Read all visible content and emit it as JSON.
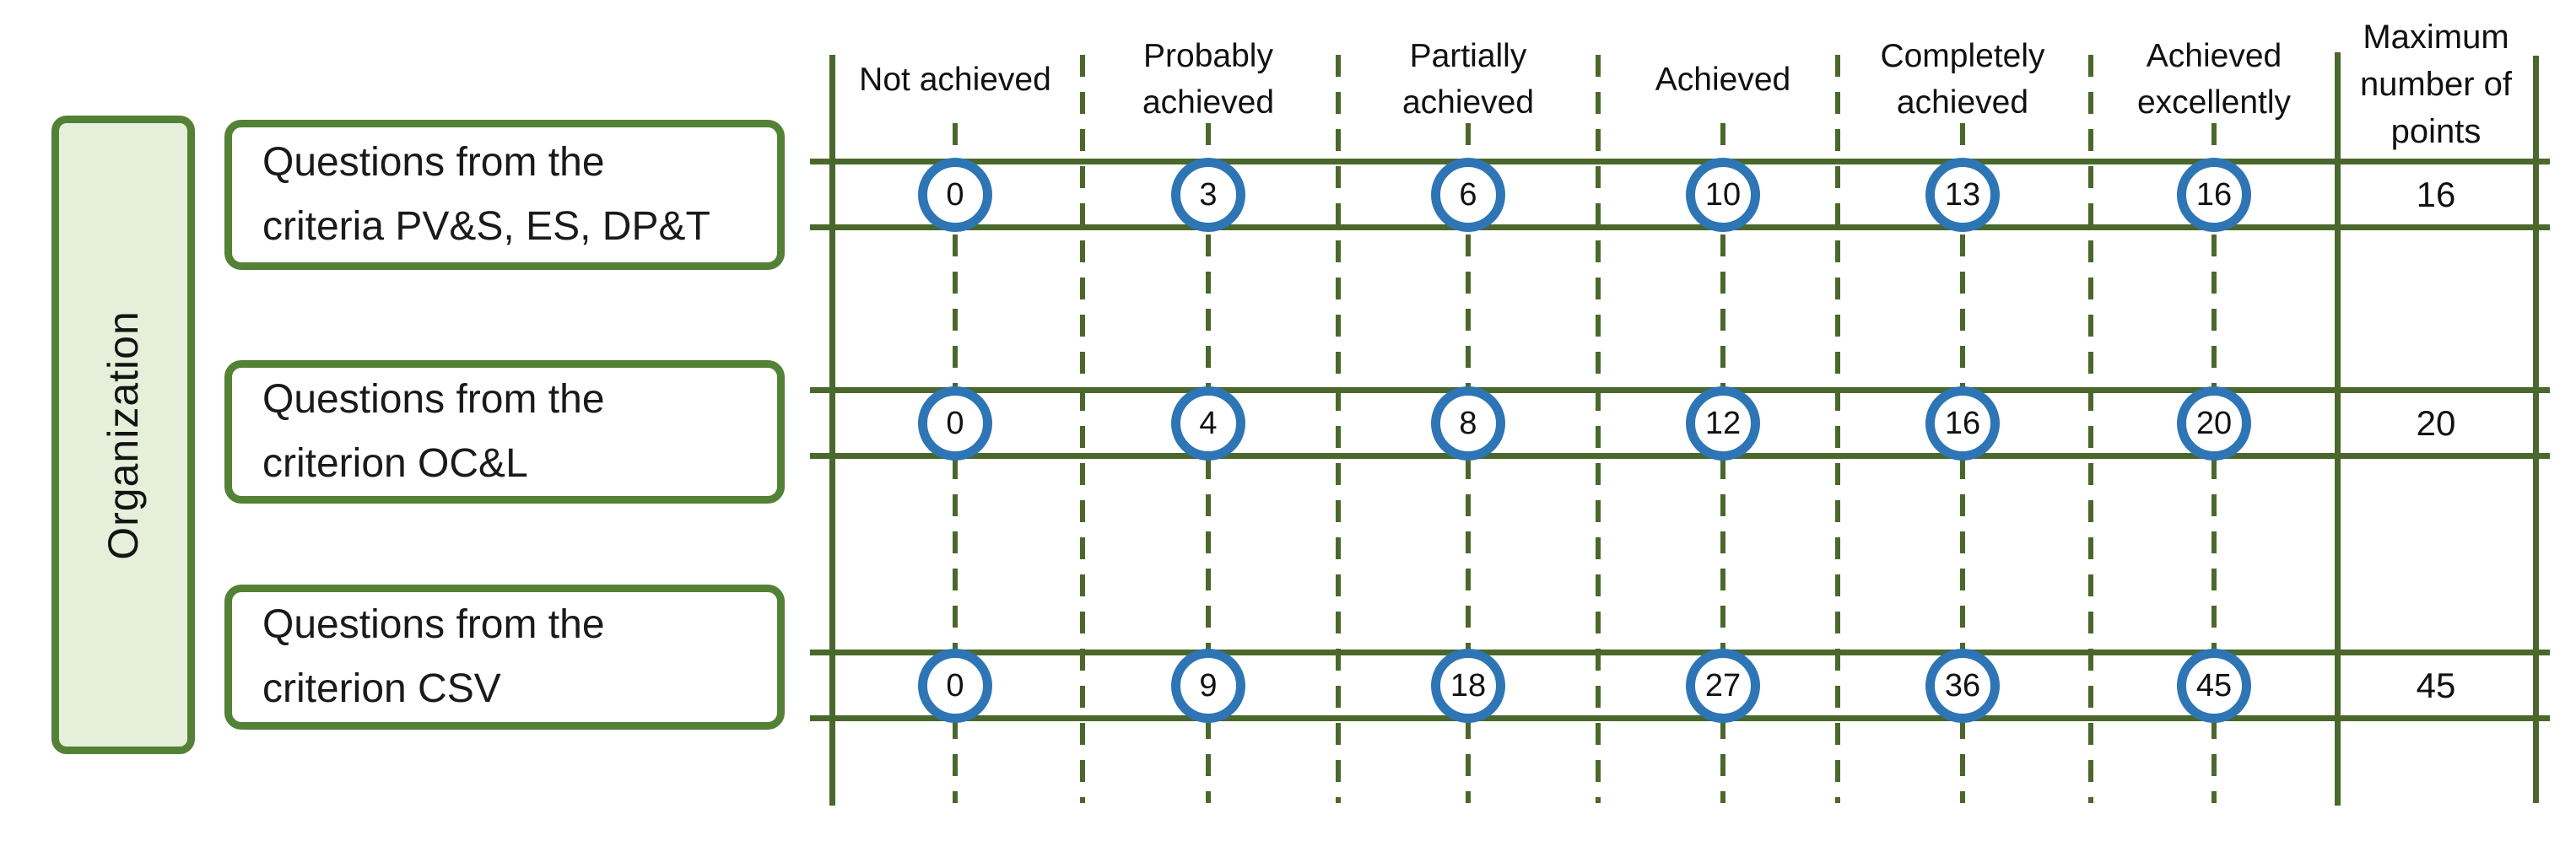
{
  "figure": {
    "organization_label": "Organization",
    "criteria_boxes": [
      {
        "label": "Questions from the\ncriteria PV&S, ES, DP&T"
      },
      {
        "label": "Questions from the\ncriterion OC&L"
      },
      {
        "label": "Questions from the\ncriterion CSV"
      }
    ],
    "scale_headers": [
      "Not achieved",
      "Probably\nachieved",
      "Partially\nachieved",
      "Achieved",
      "Completely\nachieved",
      "Achieved\nexcellently"
    ],
    "max_points_header": "Maximum\nnumber of\npoints",
    "rows": [
      {
        "criterion": "Questions from the criteria PV&S, ES, DP&T",
        "points": [
          "0",
          "3",
          "6",
          "10",
          "13",
          "16"
        ],
        "max_points": "16"
      },
      {
        "criterion": "Questions from the criterion OC&L",
        "points": [
          "0",
          "4",
          "8",
          "12",
          "16",
          "20"
        ],
        "max_points": "20"
      },
      {
        "criterion": "Questions from the criterion CSV",
        "points": [
          "0",
          "9",
          "18",
          "27",
          "36",
          "45"
        ],
        "max_points": "45"
      }
    ],
    "colors": {
      "line_green": "#4a682c",
      "box_border_green": "#538135",
      "organization_fill": "#e5efda",
      "circle_blue": "#2e75b6",
      "text": "#1a1a1a"
    }
  }
}
